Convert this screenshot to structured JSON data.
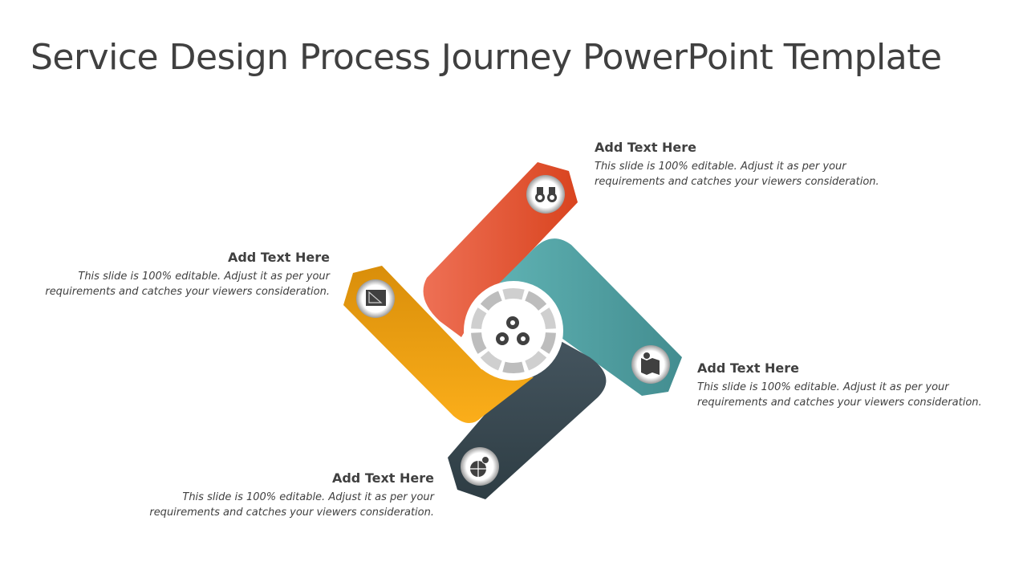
{
  "title": "Service Design Process Journey PowerPoint Template",
  "steps": [
    {
      "heading": "Add Text Here",
      "line1": "This slide is 100% editable. Adjust it as per your",
      "line2": "requirements and catches your viewers consideration.",
      "icon": "binoculars-icon",
      "color": "#E1533A"
    },
    {
      "heading": "Add Text Here",
      "line1": "This slide is 100% editable. Adjust it as per your",
      "line2": "requirements and catches your viewers consideration.",
      "icon": "blueprint-icon",
      "color": "#F5A516"
    },
    {
      "heading": "Add Text Here",
      "line1": "This slide is 100% editable. Adjust it as per your",
      "line2": "requirements and catches your viewers consideration.",
      "icon": "map-icon",
      "color": "#4E9C9F"
    },
    {
      "heading": "Add Text Here",
      "line1": "This slide is 100% editable. Adjust it as per your",
      "line2": "requirements and catches your viewers consideration.",
      "icon": "globe-pin-icon",
      "color": "#37474F"
    }
  ],
  "center_icon": "gears-icon"
}
